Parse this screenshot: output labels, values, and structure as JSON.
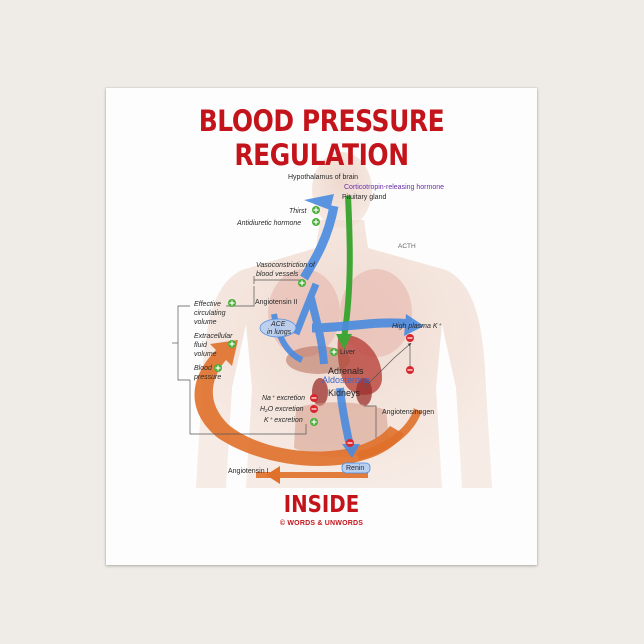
{
  "title": "BLOOD PRESSURE REGULATION",
  "inside": "INSIDE",
  "credit": "© WORDS & UNWORDS",
  "diagram": {
    "hypothalamus": "Hypothalamus of brain",
    "crh": "Corticotropin-releasing hormone",
    "pituitary": "Pituitary gland",
    "thirst": "Thirst",
    "adh": "Antidiuretic hormone",
    "acth": "ACTH",
    "vasoconstriction_1": "Vasoconstriction of",
    "vasoconstriction_2": "blood vessels",
    "angiotensin_ii": "Angiotensin II",
    "effective_1": "Effective",
    "effective_2": "circulating",
    "effective_3": "volume",
    "ace_1": "ACE",
    "ace_2": "in lungs",
    "extracellular_1": "Extracellular",
    "extracellular_2": "fluid",
    "extracellular_3": "volume",
    "high_k": "High plasma K⁺",
    "liver": "Liver",
    "bp_1": "Blood",
    "bp_2": "pressure",
    "adrenals": "Adrenals",
    "aldosterone": "Aldosterone",
    "kidneys": "Kidneys",
    "na_excretion": "Na⁺ excretion",
    "h2o_excretion": "H₂O excretion",
    "k_excretion": "K⁺ excretion",
    "angiotensinogen": "Angiotensinogen",
    "renin": "Renin",
    "angiotensin_i": "Angiotensin I"
  },
  "colors": {
    "title": "#c4141b",
    "blue_arrow": "#4a8be0",
    "green_arrow": "#3fa535",
    "orange_arrow": "#e0702a",
    "plus": "#4caf3c",
    "minus": "#d9262c"
  }
}
